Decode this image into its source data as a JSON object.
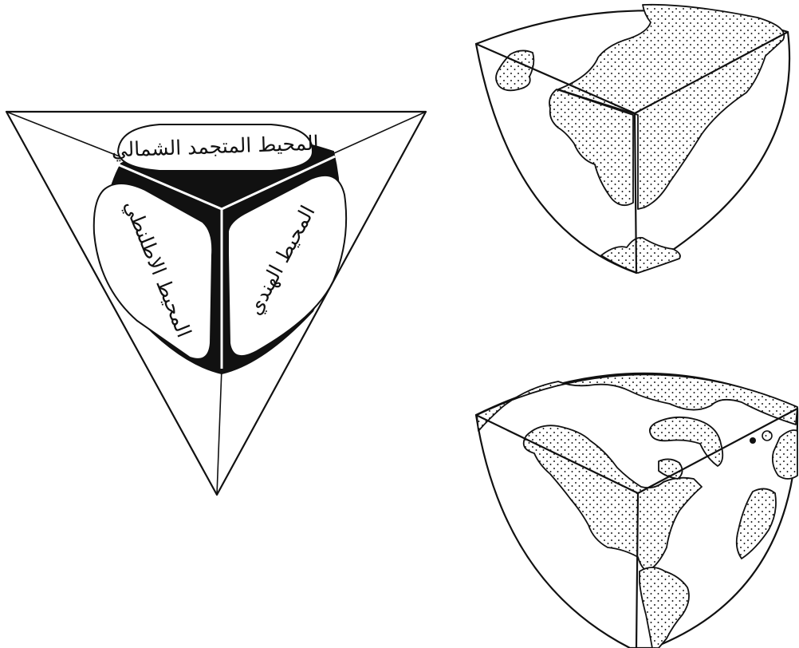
{
  "cube_face_labels": {
    "top": "المحيط المتجمد الشمالي",
    "left": "المحيط الاطلنطي",
    "right": "المحيط الهندي"
  },
  "colors": {
    "ink": "#111111",
    "paper": "#ffffff"
  }
}
